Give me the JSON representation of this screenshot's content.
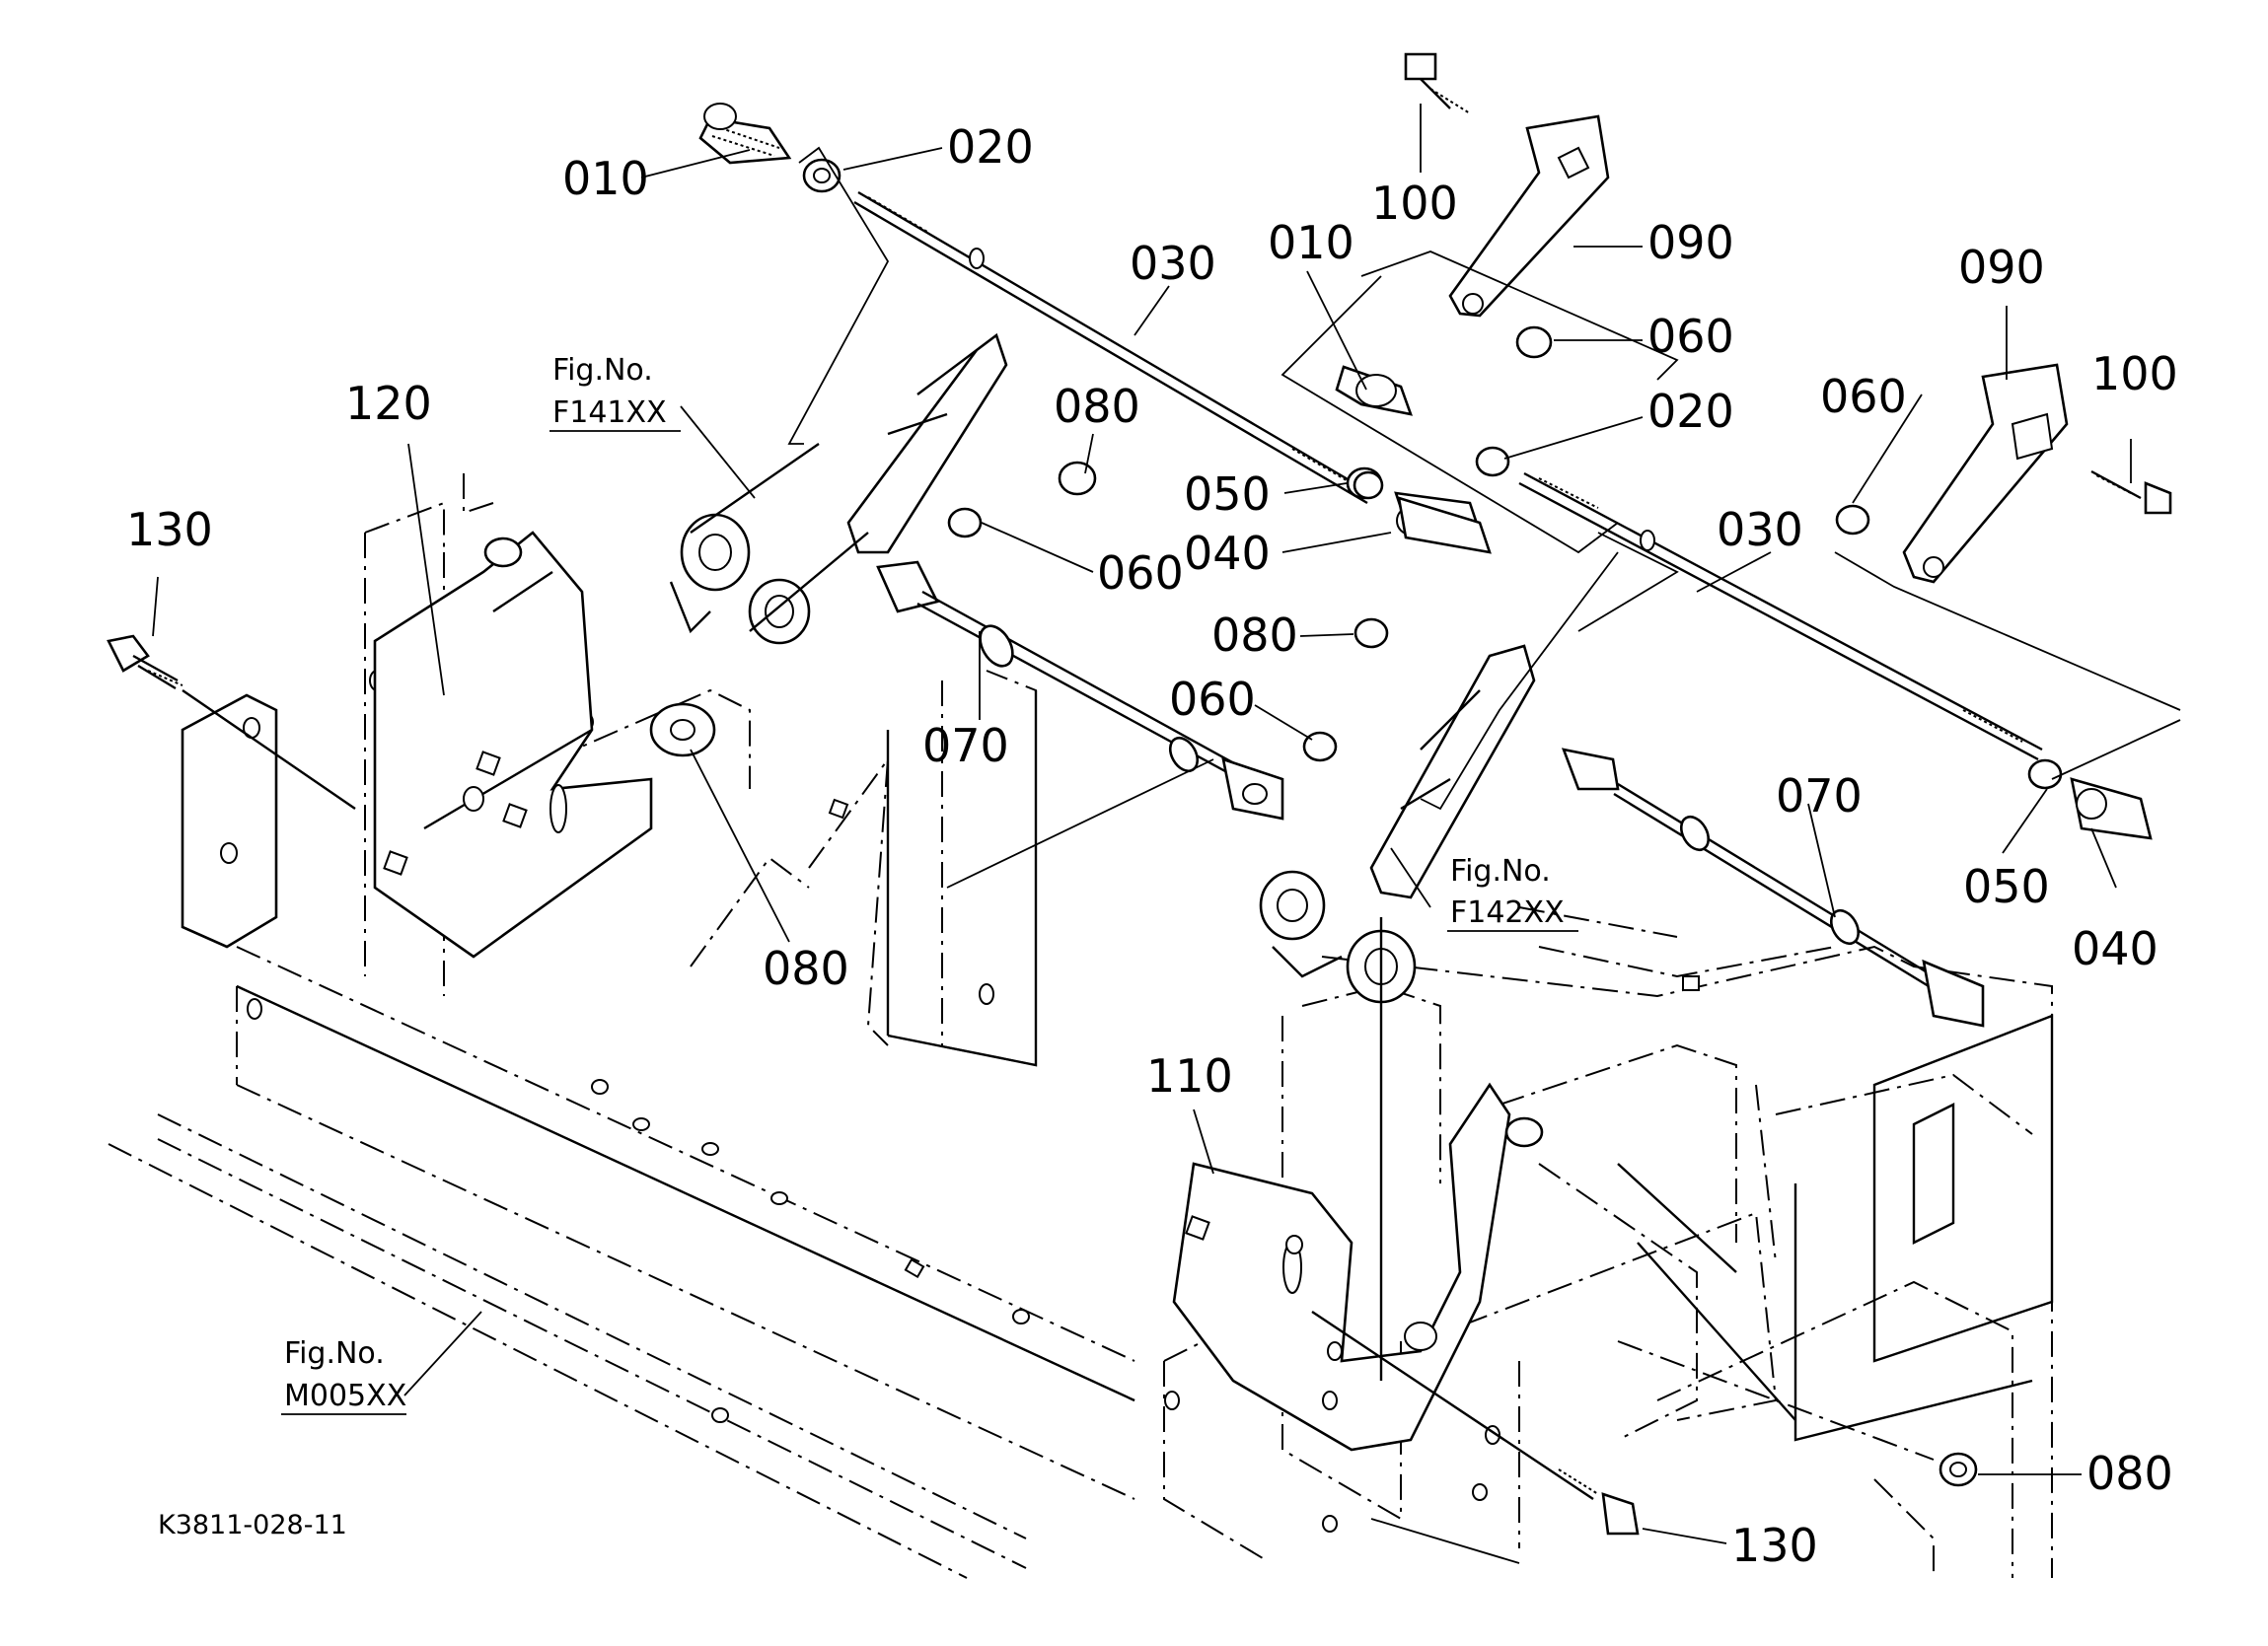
{
  "diagram_code": "K3811-028-11",
  "fig_refs": [
    {
      "id": "f141",
      "label": "Fig.No.",
      "number": "F141XX"
    },
    {
      "id": "f142",
      "label": "Fig.No.",
      "number": "F142XX"
    },
    {
      "id": "m005",
      "label": "Fig.No.",
      "number": "M005XX"
    }
  ],
  "callouts": [
    {
      "id": "c1",
      "part": "010"
    },
    {
      "id": "c2",
      "part": "020"
    },
    {
      "id": "c3",
      "part": "100"
    },
    {
      "id": "c4",
      "part": "090"
    },
    {
      "id": "c5",
      "part": "030"
    },
    {
      "id": "c6",
      "part": "010"
    },
    {
      "id": "c7",
      "part": "060"
    },
    {
      "id": "c8",
      "part": "090"
    },
    {
      "id": "c9",
      "part": "100"
    },
    {
      "id": "c10",
      "part": "120"
    },
    {
      "id": "c11",
      "part": "080"
    },
    {
      "id": "c12",
      "part": "020"
    },
    {
      "id": "c13",
      "part": "060"
    },
    {
      "id": "c14",
      "part": "130"
    },
    {
      "id": "c15",
      "part": "050"
    },
    {
      "id": "c16",
      "part": "030"
    },
    {
      "id": "c17",
      "part": "040"
    },
    {
      "id": "c18",
      "part": "060"
    },
    {
      "id": "c19",
      "part": "080"
    },
    {
      "id": "c20",
      "part": "060"
    },
    {
      "id": "c21",
      "part": "070"
    },
    {
      "id": "c22",
      "part": "080"
    },
    {
      "id": "c23",
      "part": "070"
    },
    {
      "id": "c24",
      "part": "050"
    },
    {
      "id": "c25",
      "part": "040"
    },
    {
      "id": "c26",
      "part": "110"
    },
    {
      "id": "c27",
      "part": "080"
    },
    {
      "id": "c28",
      "part": "130"
    }
  ]
}
